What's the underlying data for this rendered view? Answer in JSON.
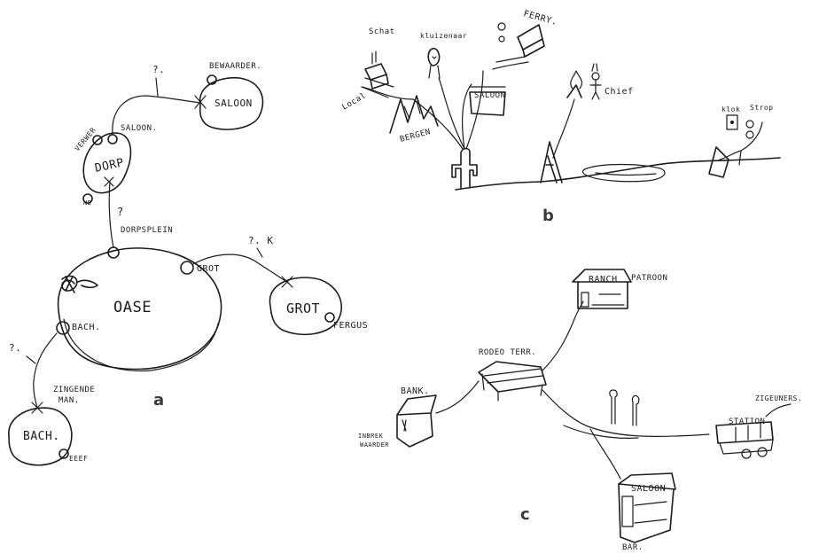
{
  "panels": {
    "a": {
      "letter": "a",
      "labels": {
        "bewaarder": "BEWAARDER.",
        "q_top": "?.",
        "saloon_node": "SALOON",
        "saloon_link": "SALOON.",
        "verwer": "VERWER",
        "dorp": "DORP",
        "nd": "ND",
        "q_mid": "?",
        "dorpsplein": "DORPSPLEIN",
        "q_grot": "?. K",
        "grot_link": "GROT",
        "oase": "OASE",
        "grot_node": "GROT",
        "fergus": "FERGUS",
        "q_left": "?.",
        "bach_link": "BACH.",
        "zingende_1": "ZINGENDE",
        "zingende_2": "MAN.",
        "bach_node": "BACH.",
        "eeef": "EEEF"
      }
    },
    "b": {
      "letter": "b",
      "labels": {
        "schat": "Schat",
        "kluizenaar": "kluizenaar",
        "ferry": "FERRY.",
        "saloon": "SALOON",
        "chief": "Chief",
        "klok": "klok",
        "strop": "Strop",
        "local": "Local",
        "bergen": "BERGEN"
      }
    },
    "c": {
      "letter": "c",
      "labels": {
        "ranch": "RANCH",
        "patroon": "PATROON",
        "rodeo": "RODEO TERR.",
        "bank": "BANK.",
        "inbrek_1": "INBREK",
        "inbrek_2": "WAARDER",
        "station": "STATION",
        "zigeuners": "ZIGEUNERS.",
        "saloon": "SALOON",
        "bar": "BAR."
      }
    }
  }
}
